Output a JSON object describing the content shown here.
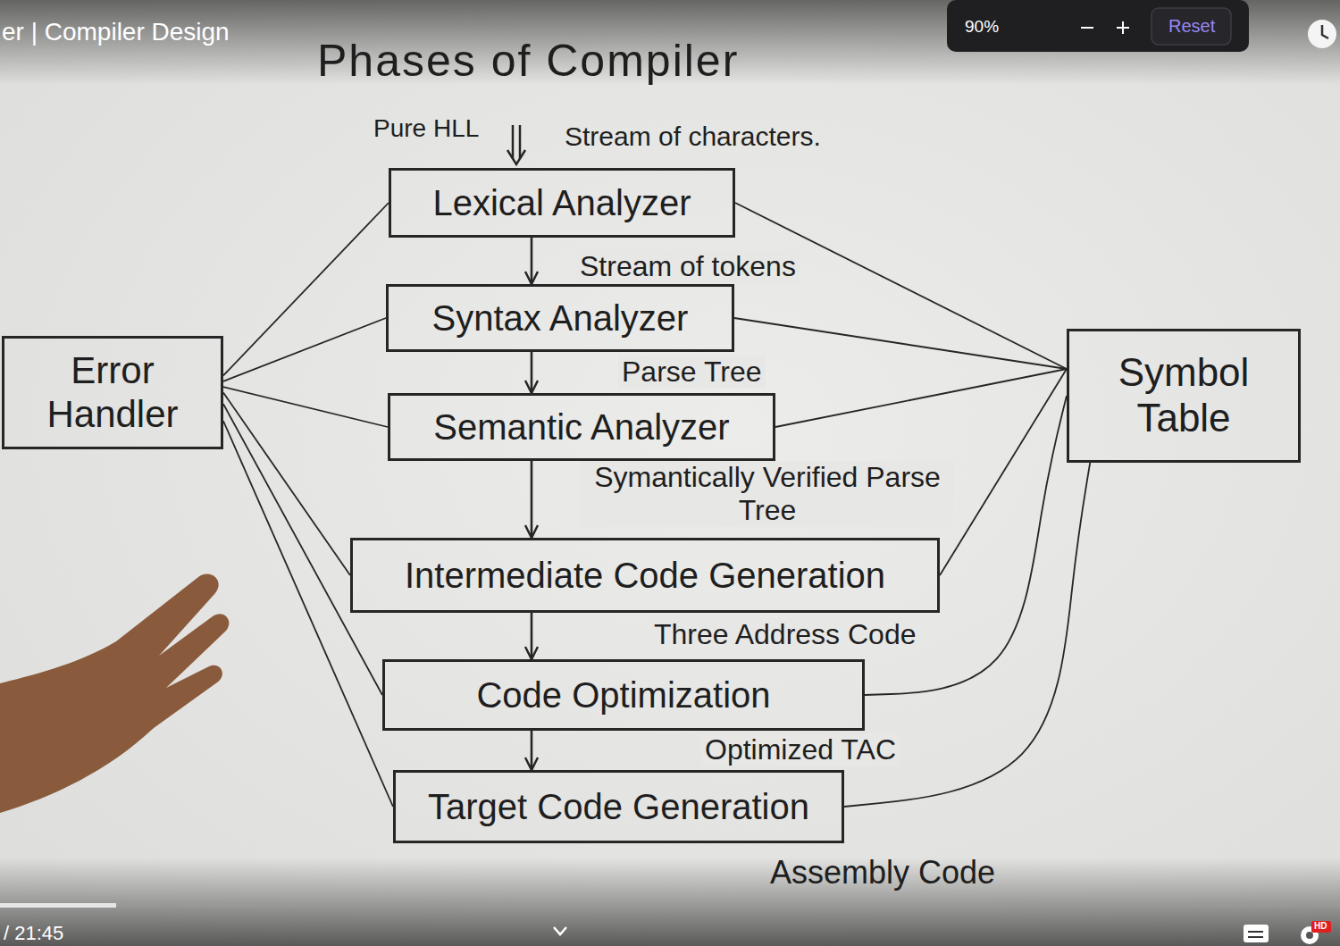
{
  "diagram": {
    "title": "Phases of Compiler",
    "nodes": [
      {
        "text": [
          "Lexical Analyzer"
        ]
      },
      {
        "text": [
          "Syntax Analyzer"
        ]
      },
      {
        "text": [
          "Semantic Analyzer"
        ]
      },
      {
        "text": [
          "Intermediate Code Generation"
        ]
      },
      {
        "text": [
          "Code Optimization"
        ]
      },
      {
        "text": [
          "Target Code Generation"
        ]
      },
      {
        "text": [
          "Error Handler"
        ]
      },
      {
        "text": [
          "Symbol Table"
        ]
      }
    ],
    "edges": [
      {
        "from": 0,
        "to": 1,
        "label": "Stream of tokens",
        "arrow": "to"
      },
      {
        "from": 1,
        "to": 2,
        "label": "Parse Tree",
        "arrow": "to"
      },
      {
        "from": 2,
        "to": 3,
        "label": "Symantically Verified Parse Tree",
        "arrow": "to"
      },
      {
        "from": 3,
        "to": 4,
        "label": "Three Address Code",
        "arrow": "to"
      },
      {
        "from": 4,
        "to": 5,
        "label": "Optimized TAC",
        "arrow": "to"
      },
      {
        "from": 6,
        "to": 0,
        "arrow": "none"
      },
      {
        "from": 6,
        "to": 1,
        "arrow": "none"
      },
      {
        "from": 6,
        "to": 2,
        "arrow": "none"
      },
      {
        "from": 6,
        "to": 3,
        "arrow": "none"
      },
      {
        "from": 6,
        "to": 4,
        "arrow": "none"
      },
      {
        "from": 6,
        "to": 5,
        "arrow": "none"
      },
      {
        "from": 0,
        "to": 7,
        "arrow": "none"
      },
      {
        "from": 1,
        "to": 7,
        "arrow": "none"
      },
      {
        "from": 2,
        "to": 7,
        "arrow": "none"
      },
      {
        "from": 3,
        "to": 7,
        "arrow": "none"
      },
      {
        "from": 4,
        "to": 7,
        "arrow": "none"
      },
      {
        "from": 5,
        "to": 7,
        "arrow": "none"
      }
    ],
    "labels": [
      "er | Compiler Design",
      "90%",
      "Reset",
      "Pure HLL",
      "Stream of characters.",
      "Assembly Code",
      "/ 21:45",
      "HD"
    ]
  }
}
